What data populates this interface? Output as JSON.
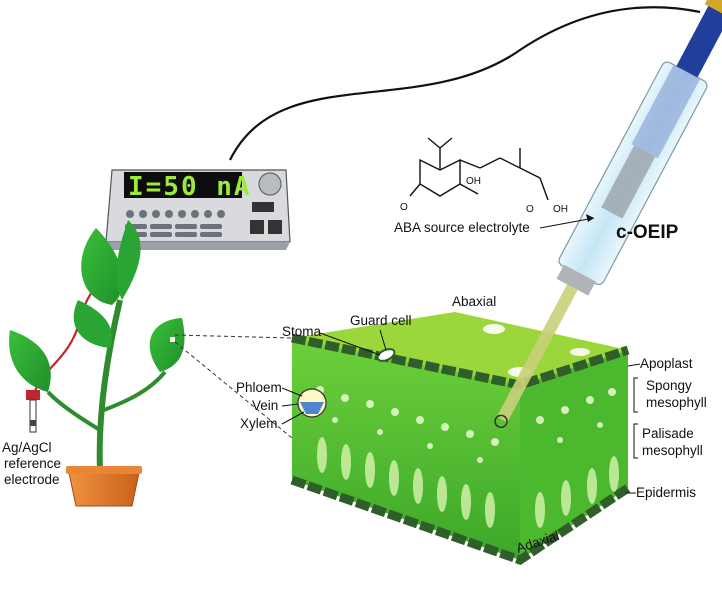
{
  "meter": {
    "display": "I=50 nA"
  },
  "electrode_label": [
    "Ag/AgCl",
    "reference",
    "electrode"
  ],
  "device_label": "c-OEIP",
  "source_label": "ABA source electrolyte",
  "chem": {
    "oh": "OH",
    "o_left": "O",
    "o_acid": "O",
    "oh_acid": "OH"
  },
  "leaf_labels": {
    "abaxial": "Abaxial",
    "adaxial": "Adaxial",
    "guard_cell": "Guard cell",
    "stoma": "Stoma",
    "apoplast": "Apoplast",
    "spongy": [
      "Spongy",
      "mesophyll"
    ],
    "palisade": [
      "Palisade",
      "mesophyll"
    ],
    "epidermis": "Epidermis",
    "phloem": "Phloem",
    "vein": "Vein",
    "xylem": "Xylem"
  },
  "colors": {
    "leaf_top": "#9bd63a",
    "leaf_side": "#5cc02a",
    "epidermis_cell": "#2f5e2a",
    "pot": "#e1742b",
    "wire_red": "#c0272d",
    "wire_black": "#111111",
    "capillary": "#cfe9f7",
    "connector": "#1f3f9a"
  }
}
